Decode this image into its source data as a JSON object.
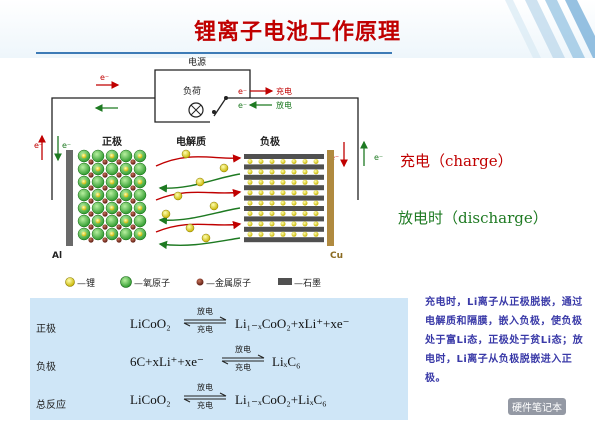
{
  "title": "锂离子电池工作原理",
  "diagram": {
    "power_label": "电源",
    "load_label": "负荷",
    "charge_tag": "充电",
    "discharge_tag": "放电",
    "electron": "e⁻",
    "positive_label": "正极",
    "electrolyte_label": "电解质",
    "negative_label": "负极",
    "al_label": "Al",
    "cu_label": "Cu",
    "legend": [
      {
        "label": "—锂",
        "icon": "lithium-icon"
      },
      {
        "label": "—氧原子",
        "icon": "oxygen-icon"
      },
      {
        "label": "—金属原子",
        "icon": "metal-icon"
      },
      {
        "label": "—石墨",
        "icon": "graphite-icon"
      }
    ]
  },
  "modes": {
    "charge": "充电（charge）",
    "discharge": "放电时（discharge）"
  },
  "equations": [
    {
      "name": "正极",
      "left": "LiCoO₂",
      "top": "放电",
      "bottom": "充电",
      "right": "Li₁₋ₓCoO₂+xLi⁺+xe⁻"
    },
    {
      "name": "负极",
      "left": "6C+xLi⁺+xe⁻",
      "top": "放电",
      "bottom": "充电",
      "right": "LiₓC₆"
    },
    {
      "name": "总反应",
      "left": "LiCoO₂",
      "top": "放电",
      "bottom": "充电",
      "right": "Li₁₋ₓCoO₂+LiₓC₆"
    }
  ],
  "explanation": "充电时，Li离子从正极脱嵌，通过电解质和隔膜，嵌入负极，使负极处于富Li态，正极处于贫Li态；放电时，Li离子从负极脱嵌进入正极。",
  "watermark": "硬件笔记本",
  "colors": {
    "title": "#c00000",
    "charge": "#c00000",
    "discharge": "#1e7a22",
    "explain": "#3a3aa8",
    "panel": "#cfe6f7"
  }
}
